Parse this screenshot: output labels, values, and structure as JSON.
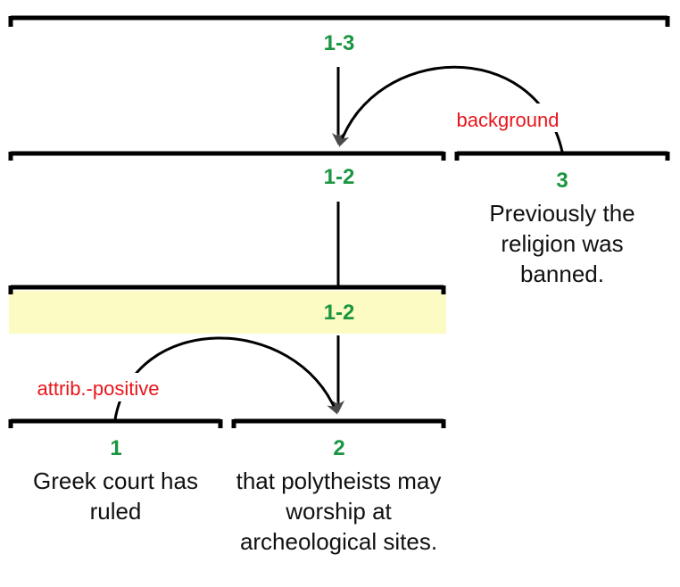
{
  "nodes": {
    "root": {
      "label": "1-3"
    },
    "n12_upper": {
      "label": "1-2"
    },
    "n12_lower": {
      "label": "1-2"
    },
    "edu1": {
      "label": "1",
      "text": "Greek court has ruled"
    },
    "edu2": {
      "label": "2",
      "text": "that polytheists may worship at archeological sites."
    },
    "edu3": {
      "label": "3",
      "text": "Previously the religion was banned."
    }
  },
  "relations": {
    "background": {
      "label": "background"
    },
    "attribution": {
      "label": "attrib.-positive"
    }
  },
  "colors": {
    "span_label": "#1a9641",
    "relation_label": "#e8151b",
    "line": "#000000",
    "highlight": "#fdfbc4",
    "text": "#111111"
  }
}
